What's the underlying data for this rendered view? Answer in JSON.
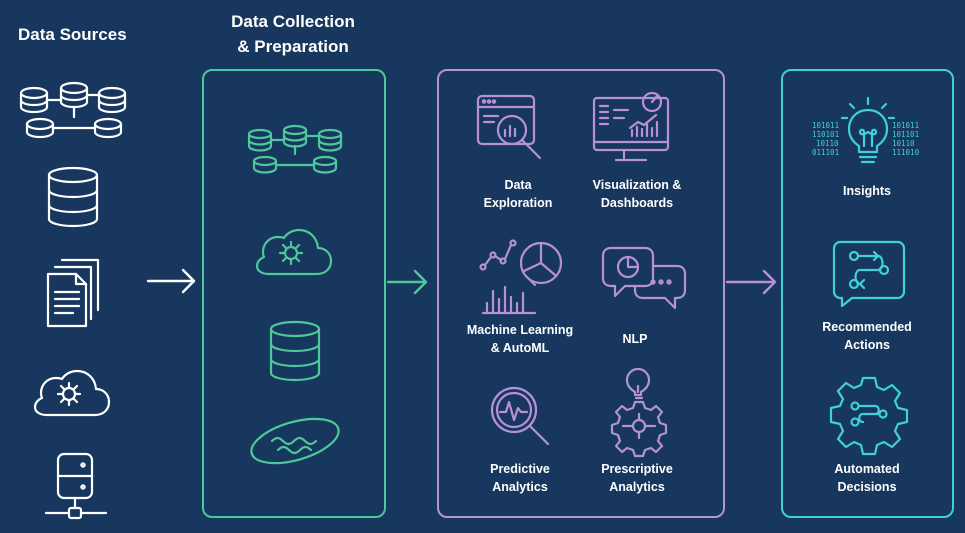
{
  "colors": {
    "background": "#17375e",
    "collection": "#4ec79a",
    "analytics": "#b890d6",
    "outcomes": "#3fd0d8",
    "sources": "#ffffff"
  },
  "sources": {
    "title": "Data Sources",
    "icons": [
      "linked-databases-icon",
      "database-icon",
      "documents-icon",
      "cloud-gear-icon",
      "server-network-icon"
    ]
  },
  "collection": {
    "title_line1": "Data Collection",
    "title_line2": "& Preparation",
    "icons": [
      "linked-databases-icon",
      "cloud-gear-icon",
      "database-icon",
      "data-lake-icon"
    ]
  },
  "analytics": {
    "items": [
      {
        "line1": "Data",
        "line2": "Exploration",
        "icon": "magnifier-window-icon"
      },
      {
        "line1": "Visualization &",
        "line2": "Dashboards",
        "icon": "dashboard-monitor-icon"
      },
      {
        "line1": "Machine Learning",
        "line2": "& AutoML",
        "icon": "ml-chart-icon"
      },
      {
        "line1": "NLP",
        "line2": "",
        "icon": "chat-bubbles-icon"
      },
      {
        "line1": "Predictive",
        "line2": "Analytics",
        "icon": "predictive-magnifier-icon"
      },
      {
        "line1": "Prescriptive",
        "line2": "Analytics",
        "icon": "gear-bulb-icon"
      }
    ]
  },
  "outcomes": {
    "items": [
      {
        "line1": "Insights",
        "line2": "",
        "icon": "lightbulb-binary-icon"
      },
      {
        "line1": "Recommended",
        "line2": "Actions",
        "icon": "flow-bubble-icon"
      },
      {
        "line1": "Automated",
        "line2": "Decisions",
        "icon": "gear-flow-icon"
      }
    ],
    "binary_left": [
      "101011",
      "110101",
      "10110",
      "011101"
    ],
    "binary_right": [
      "101011",
      "101101",
      "10110",
      "111010"
    ]
  }
}
